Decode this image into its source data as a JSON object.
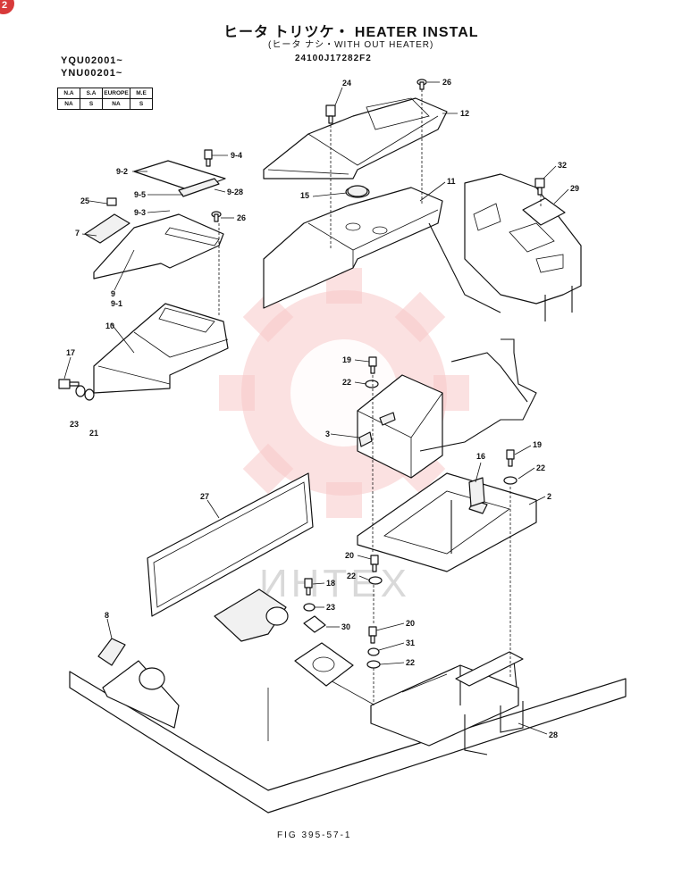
{
  "header": {
    "title": "ヒータ トリツケ・ HEATER INSTAL",
    "subtitle": "(ヒータ ナシ・WITH OUT HEATER)",
    "part_number": "24100J17282F2",
    "serials": [
      "YQU02001~",
      "YNU00201~"
    ]
  },
  "region_table": {
    "headers": [
      "N.A",
      "S.A",
      "EUROPE",
      "M.E"
    ],
    "values": [
      "NA",
      "S",
      "NA",
      "S"
    ]
  },
  "badge": "2",
  "watermark": {
    "text": "ИНТЕХ",
    "color": "#f7c9c9"
  },
  "callouts": [
    "9-4",
    "9-2",
    "9-5",
    "9-28",
    "9-3",
    "26",
    "25",
    "7",
    "9",
    "9-1",
    "10",
    "17",
    "23",
    "21",
    "24",
    "26",
    "12",
    "11",
    "15",
    "32",
    "29",
    "19",
    "22",
    "3",
    "16",
    "19",
    "22",
    "2",
    "27",
    "20",
    "22",
    "18",
    "23",
    "30",
    "20",
    "31",
    "22",
    "8",
    "28"
  ],
  "footer": {
    "figure": "FIG 395-57-1"
  }
}
